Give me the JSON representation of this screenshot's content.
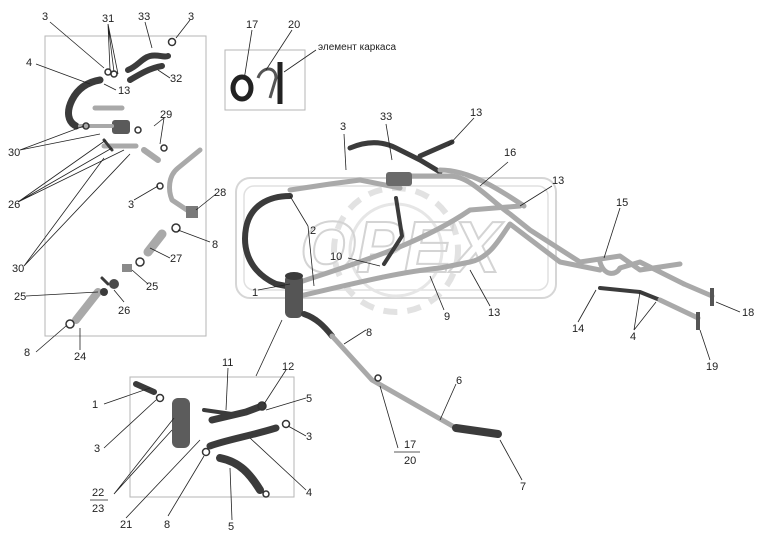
{
  "logo": {
    "text": "OPEX"
  },
  "notes": {
    "frame_element": "элемент каркаса"
  },
  "fraction_labels": [
    {
      "num": "22",
      "den": "23"
    },
    {
      "num": "17",
      "den": "20"
    }
  ],
  "callouts": [
    {
      "id": "c3a",
      "text": "3"
    },
    {
      "id": "c31",
      "text": "31"
    },
    {
      "id": "c33a",
      "text": "33"
    },
    {
      "id": "c3b",
      "text": "3"
    },
    {
      "id": "c17",
      "text": "17"
    },
    {
      "id": "c20",
      "text": "20"
    },
    {
      "id": "c4a",
      "text": "4"
    },
    {
      "id": "c32",
      "text": "32"
    },
    {
      "id": "c13a",
      "text": "13"
    },
    {
      "id": "c29",
      "text": "29"
    },
    {
      "id": "c30a",
      "text": "30"
    },
    {
      "id": "c26a",
      "text": "26"
    },
    {
      "id": "c3c",
      "text": "3"
    },
    {
      "id": "c28",
      "text": "28"
    },
    {
      "id": "c8a",
      "text": "8"
    },
    {
      "id": "c27",
      "text": "27"
    },
    {
      "id": "c30b",
      "text": "30"
    },
    {
      "id": "c25a",
      "text": "25"
    },
    {
      "id": "c25b",
      "text": "25"
    },
    {
      "id": "c26b",
      "text": "26"
    },
    {
      "id": "c8b",
      "text": "8"
    },
    {
      "id": "c24",
      "text": "24"
    },
    {
      "id": "c3d",
      "text": "3"
    },
    {
      "id": "c33b",
      "text": "33"
    },
    {
      "id": "c13b",
      "text": "13"
    },
    {
      "id": "c16",
      "text": "16"
    },
    {
      "id": "c13c",
      "text": "13"
    },
    {
      "id": "c2",
      "text": "2"
    },
    {
      "id": "c10",
      "text": "10"
    },
    {
      "id": "c1a",
      "text": "1"
    },
    {
      "id": "c9",
      "text": "9"
    },
    {
      "id": "c13d",
      "text": "13"
    },
    {
      "id": "c15",
      "text": "15"
    },
    {
      "id": "c14",
      "text": "14"
    },
    {
      "id": "c4b",
      "text": "4"
    },
    {
      "id": "c18",
      "text": "18"
    },
    {
      "id": "c19",
      "text": "19"
    },
    {
      "id": "c8c",
      "text": "8"
    },
    {
      "id": "c6",
      "text": "6"
    },
    {
      "id": "c11",
      "text": "11"
    },
    {
      "id": "c12",
      "text": "12"
    },
    {
      "id": "c1b",
      "text": "1"
    },
    {
      "id": "c5a",
      "text": "5"
    },
    {
      "id": "c3e",
      "text": "3"
    },
    {
      "id": "c3f",
      "text": "3"
    },
    {
      "id": "c4c",
      "text": "4"
    },
    {
      "id": "c21",
      "text": "21"
    },
    {
      "id": "c8d",
      "text": "8"
    },
    {
      "id": "c5b",
      "text": "5"
    },
    {
      "id": "c7",
      "text": "7"
    }
  ]
}
